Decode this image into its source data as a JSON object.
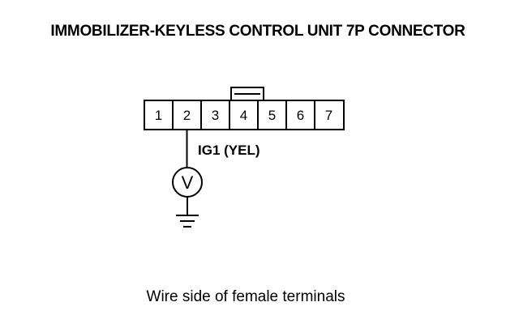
{
  "title": "IMMOBILIZER-KEYLESS CONTROL UNIT 7P CONNECTOR",
  "connector": {
    "pins": [
      "1",
      "2",
      "3",
      "4",
      "5",
      "6",
      "7"
    ],
    "probe_pin": "2",
    "signal_label": "IG1 (YEL)"
  },
  "meter": {
    "symbol": "V",
    "icon": "voltmeter-icon"
  },
  "ground": {
    "icon": "ground-symbol-icon"
  },
  "caption": "Wire side of female terminals",
  "colors": {
    "line": "#000000",
    "background": "#ffffff"
  }
}
